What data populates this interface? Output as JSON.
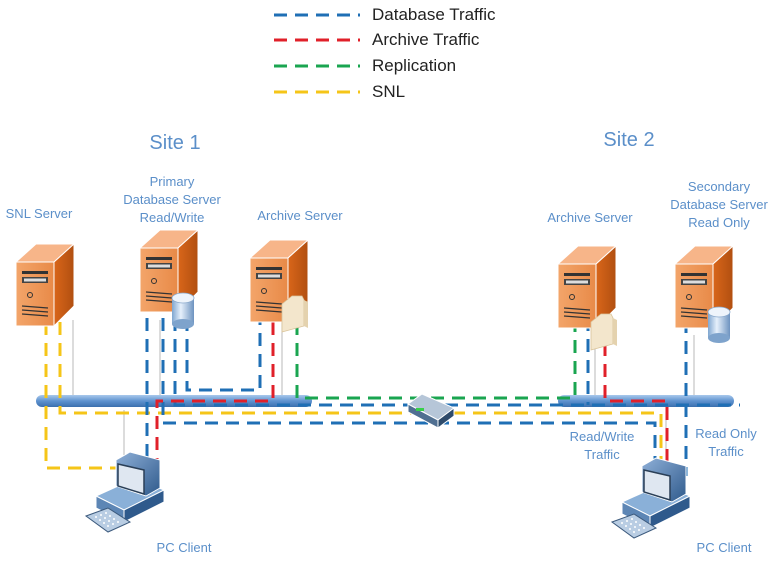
{
  "legend": [
    {
      "label": "Database Traffic",
      "color": "#1f6fb5"
    },
    {
      "label": "Archive Traffic",
      "color": "#e0202a"
    },
    {
      "label": "Replication",
      "color": "#1aa550"
    },
    {
      "label": "SNL",
      "color": "#f5c518"
    }
  ],
  "sites": {
    "site1": "Site 1",
    "site2": "Site 2"
  },
  "nodes": {
    "snl_server": "SNL Server",
    "primary_db": "Primary\nDatabase Server\nRead/Write",
    "archive1": "Archive Server",
    "archive2": "Archive Server",
    "secondary_db": "Secondary\nDatabase Server\nRead Only",
    "pc1": "PC Client",
    "pc2": "PC Client"
  },
  "annotations": {
    "rw_traffic": "Read/Write\nTraffic",
    "ro_traffic": "Read Only\nTraffic"
  },
  "colors": {
    "label_blue": "#5b8fc9",
    "server_orange": "#e07a30",
    "bus_blue": "#5b8fc9"
  }
}
